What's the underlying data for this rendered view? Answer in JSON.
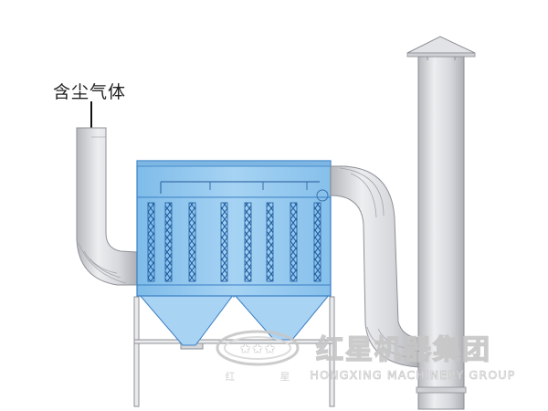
{
  "diagram": {
    "inlet_label": "含尘气体"
  },
  "watermark": {
    "brand_cn": "红星机器集团",
    "brand_en": "HONGXING MACHINERY GROUP",
    "small_left": "红",
    "small_right": "星"
  },
  "colors": {
    "pipe": "#d4d5d9",
    "pipe_edge": "#8e9096",
    "housing": "#8dc5ee",
    "housing_edge": "#3a7fc4",
    "hopper": "#a9d3f3",
    "lattice": "#1e5b9e",
    "frame": "#8e9096",
    "watermark": "#d0d0d0"
  }
}
